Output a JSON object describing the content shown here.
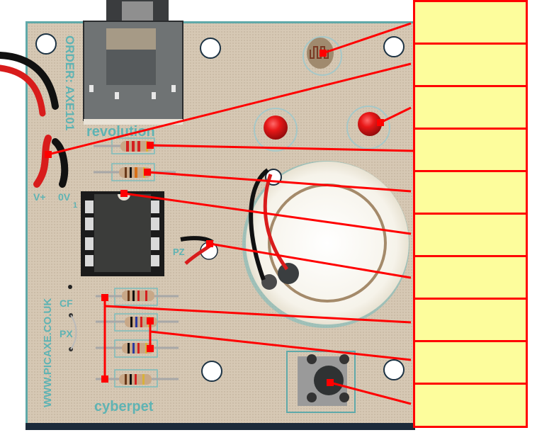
{
  "diagram": {
    "type": "annotated-photo",
    "subject": "PICAXE cyberpet circuit board",
    "board_text": {
      "order": "ORDER: AXE101",
      "url": "WWW.PICAXE.CO.UK",
      "brand_top": "revolution",
      "brand_bottom": "cyberpet",
      "vplus": "V+",
      "zero_v": "0V",
      "pin1": "1",
      "cf": "CF",
      "px": "PX",
      "pz": "PZ"
    },
    "colors": {
      "board": "#d9cbb8",
      "silkscreen": "#5fb3b3",
      "leader": "#ff0000",
      "label_fill": "#fdfd9c",
      "led": "#e81818"
    },
    "labels": [
      {
        "id": 1,
        "target": "light-dependent-resistor",
        "text": ""
      },
      {
        "id": 2,
        "target": "battery-lead-red",
        "text": ""
      },
      {
        "id": 3,
        "target": "led-right",
        "text": ""
      },
      {
        "id": 4,
        "target": "resistor-top",
        "text": ""
      },
      {
        "id": 5,
        "target": "resistor-second",
        "text": ""
      },
      {
        "id": 6,
        "target": "ic-chip-notch",
        "text": ""
      },
      {
        "id": 7,
        "target": "piezo-connection",
        "text": ""
      },
      {
        "id": 8,
        "target": "resistor-group-left",
        "text": ""
      },
      {
        "id": 9,
        "target": "resistor-group-middle",
        "text": ""
      },
      {
        "id": 10,
        "target": "push-switch",
        "text": ""
      }
    ]
  }
}
